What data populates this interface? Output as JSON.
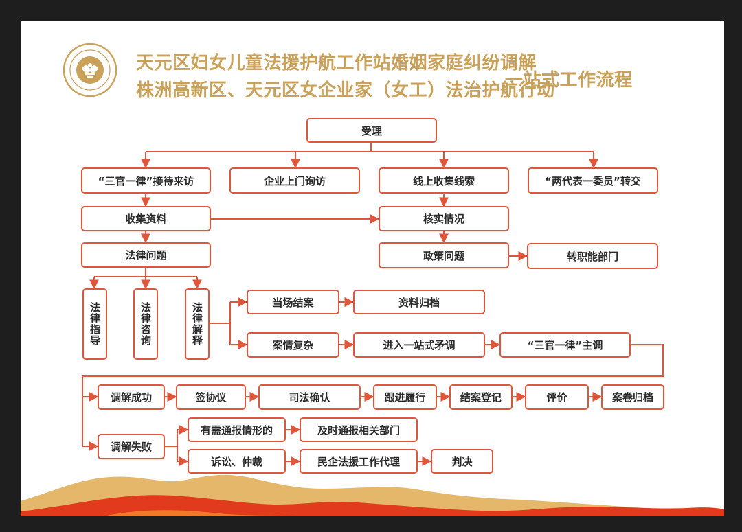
{
  "header": {
    "title_line1": "天元区妇女儿童法援护航工作站婚姻家庭纠纷调解",
    "title_line2": "株洲高新区、天元区女企业家（女工）法治护航行动",
    "title_suffix": "一站式工作流程",
    "logo_icon": "women-federation-emblem-icon"
  },
  "colors": {
    "box_border": "#e0563a",
    "title": "#c9a158",
    "frame": "#1e1e1e",
    "hill_gold": "#e4b76a",
    "hill_red": "#e23a1c"
  },
  "nodes": {
    "accept": "受理",
    "reception": "“三官一律”接待来访",
    "enterprise_visit": "企业上门询访",
    "online_clues": "线上收集线索",
    "two_reps": "“两代表一委员”转交",
    "collect_materials": "收集资料",
    "verify": "核实情况",
    "legal_issue": "法律问题",
    "policy_issue": "政策问题",
    "transfer_dept": "转职能部门",
    "legal_guidance": "法律指导",
    "legal_consult": "法律咨询",
    "legal_explain": "法律解释",
    "close_on_site": "当场结案",
    "archive_materials": "资料归档",
    "complex_case": "案情复杂",
    "one_stop_mediation": "进入一站式矛调",
    "lead_mediation": "“三官一律”主调",
    "mediation_success": "调解成功",
    "sign_agreement": "签协议",
    "judicial_confirm": "司法确认",
    "follow_up": "跟进履行",
    "case_register": "结案登记",
    "evaluate": "评价",
    "archive_file": "案卷归档",
    "mediation_fail": "调解失败",
    "needs_report": "有需通报情形的",
    "notify_departments": "及时通报相关部门",
    "litigation": "诉讼、仲裁",
    "legal_aid_agent": "民企法援工作代理",
    "judgment": "判决"
  }
}
